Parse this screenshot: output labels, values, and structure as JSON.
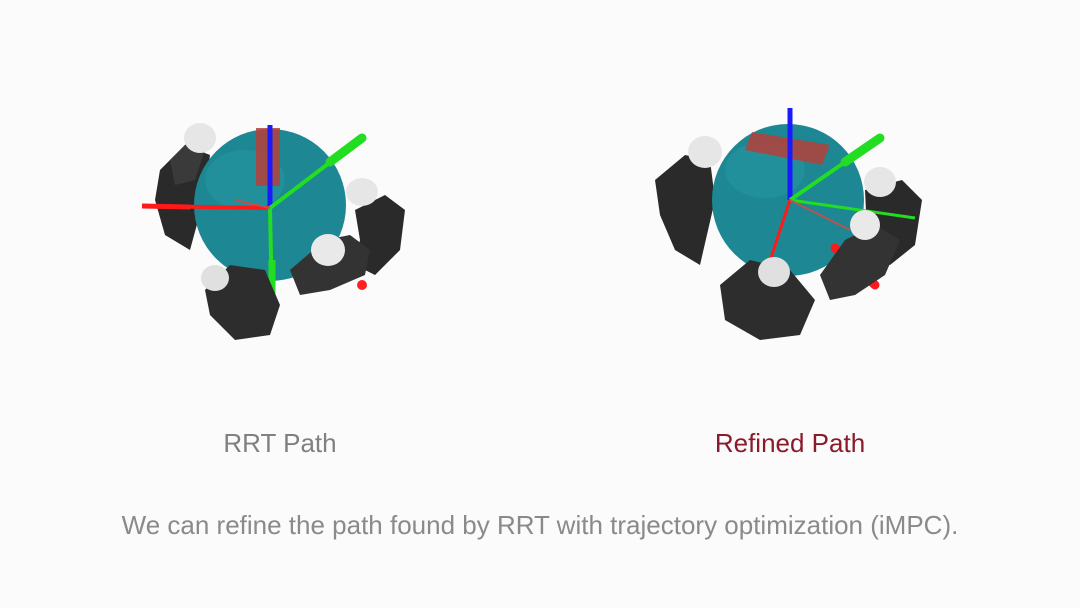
{
  "panels": [
    {
      "caption": "RRT Path",
      "caption_color": "#808080"
    },
    {
      "caption": "Refined Path",
      "caption_color": "#8b1a2b"
    }
  ],
  "subtitle": {
    "text": "We can refine the path found by RRT with trajectory optimization (iMPC).",
    "color": "#8a8a8a"
  },
  "colors": {
    "background": "#fbfbfb",
    "sphere": "#1e8a96",
    "finger": "#2e2e2e",
    "fingertip": "#e8e8e8",
    "axis_x": "#ff1a1a",
    "axis_y": "#22dd22",
    "axis_z": "#1a1aff",
    "target_plate": "#b5413a"
  }
}
